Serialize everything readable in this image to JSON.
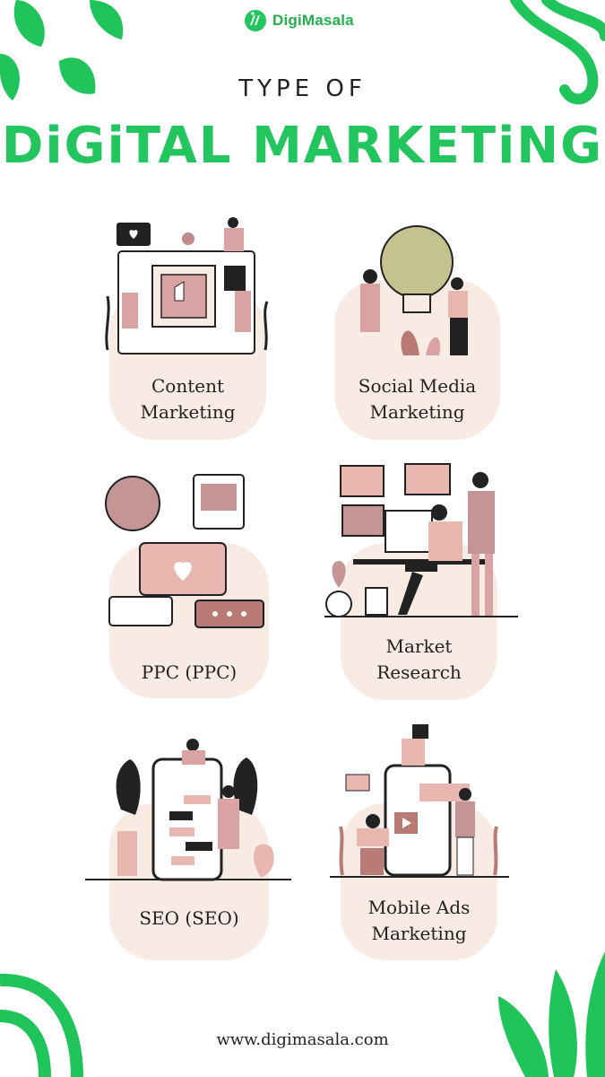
{
  "brand": {
    "name": "DigiMasala",
    "accent": "#22c55e",
    "card_bg": "#f7ebe4"
  },
  "header": {
    "subtitle": "TYPE OF",
    "title": "DiGiTAL MARKETiNG"
  },
  "cards": [
    {
      "label": "Content\nMarketing",
      "icon": "content-marketing-illustration"
    },
    {
      "label": "Social Media\nMarketing",
      "icon": "lightbulb-illustration"
    },
    {
      "label": "PPC (PPC)",
      "icon": "chat-bubbles-illustration"
    },
    {
      "label": "Market\nResearch",
      "icon": "desk-computer-illustration"
    },
    {
      "label": "SEO (SEO)",
      "icon": "mobile-chat-illustration"
    },
    {
      "label": "Mobile Ads\nMarketing",
      "icon": "mobile-ads-illustration"
    }
  ],
  "footer": {
    "url": "www.digimasala.com"
  }
}
